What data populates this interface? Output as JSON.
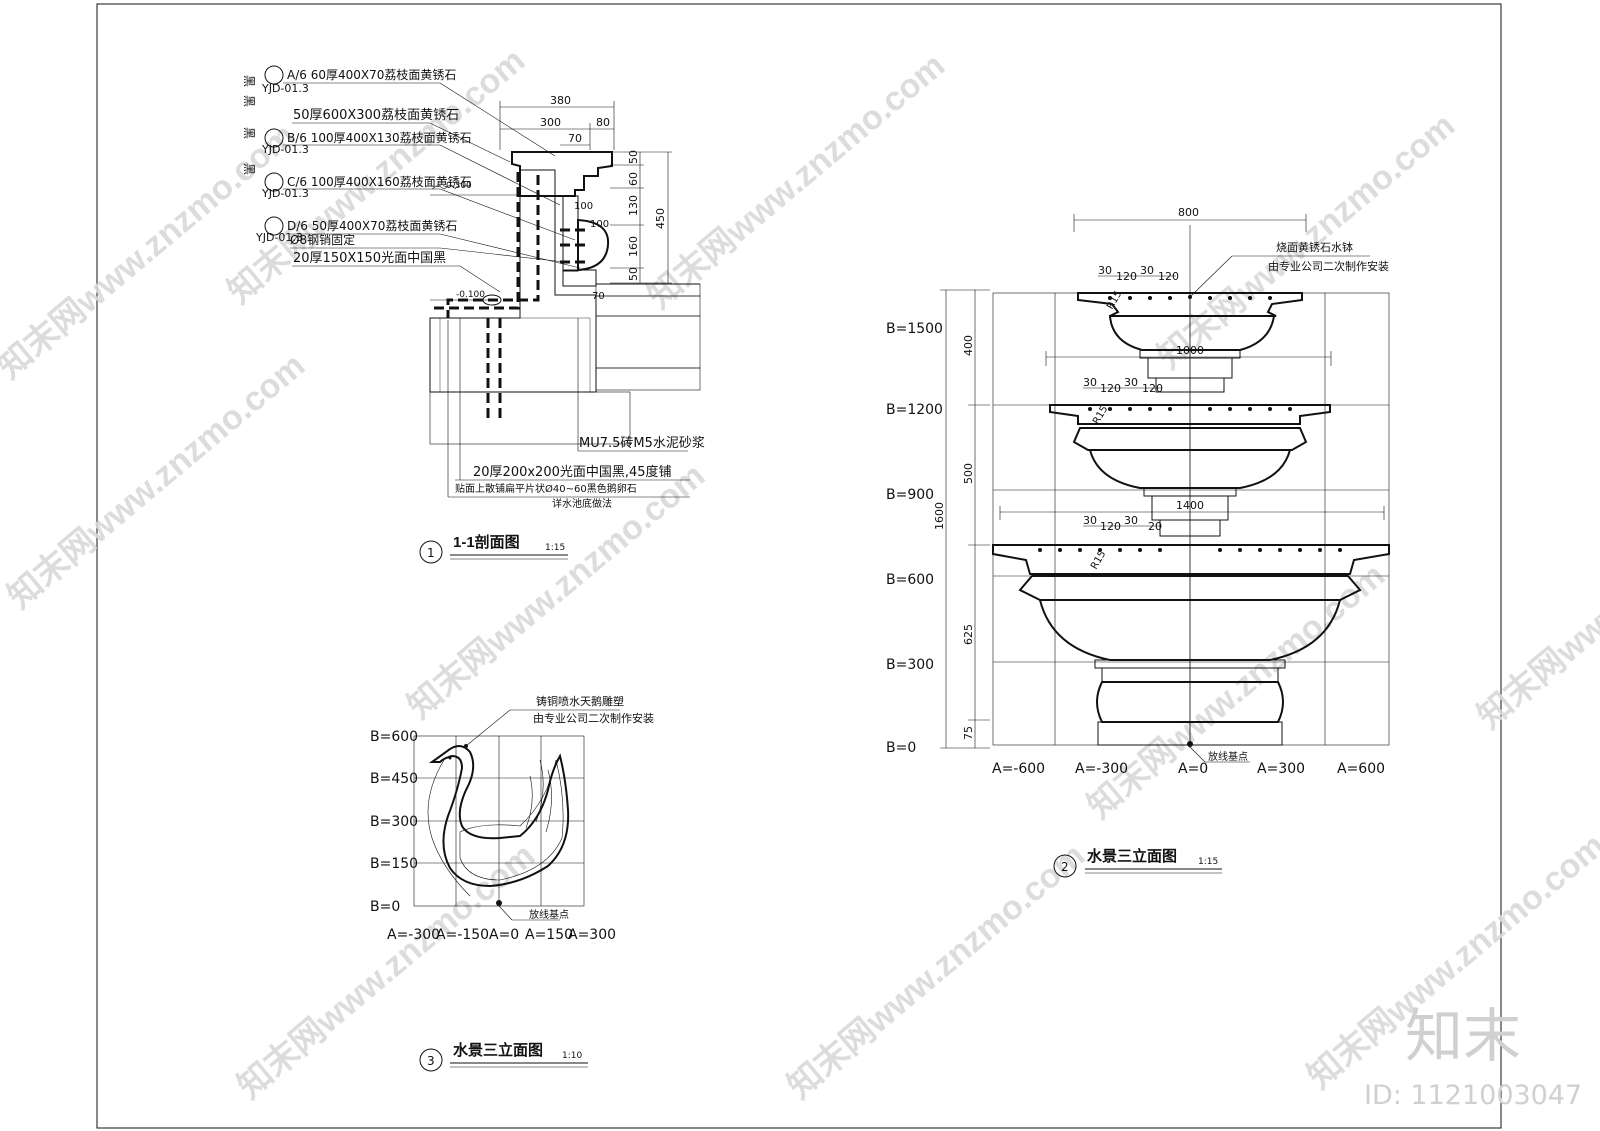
{
  "section_1": {
    "leaders": [
      "A/6 60厚400X70荔枝面黄锈石",
      "YJD-01.3",
      "50厚600X300荔枝面黄锈石",
      "B/6 100厚400X130荔枝面黄锈石",
      "YJD-01.3",
      "C/6 100厚400X160荔枝面黄锈石",
      "YJD-01.3",
      "D/6 50厚400X70荔枝面黄锈石",
      "YJD-01.3",
      "Ø8钢销固定",
      "20厚150X150光面中国黑"
    ],
    "side_labels": [
      "黑",
      "黑",
      "黑",
      "黑"
    ],
    "dims_top": [
      "380",
      "300",
      "80",
      "70"
    ],
    "dims_right": [
      "50",
      "60",
      "130",
      "160",
      "50",
      "450"
    ],
    "dims_inner": [
      "100",
      "100",
      "70"
    ],
    "levels": [
      "0.300",
      "-0.100"
    ],
    "bottom_notes": [
      "MU7.5砖M5水泥砂浆",
      "20厚200x200光面中国黑,45度铺",
      "贴面上散铺扁平片状Ø40~60黑色鹅卵石",
      "详水池底做法"
    ],
    "title_num": "1",
    "title": "1-1剖面图",
    "scale": "1:15"
  },
  "section_2": {
    "b_labels": [
      "B=1500",
      "B=1200",
      "B=900",
      "B=600",
      "B=300",
      "B=0"
    ],
    "a_labels": [
      "A=-600",
      "A=-300",
      "A=0",
      "A=300",
      "A=600"
    ],
    "dim_widths": [
      "800",
      "1000",
      "1400"
    ],
    "dim_small": [
      "30",
      "120",
      "30",
      "120",
      "30",
      "120",
      "30",
      "120",
      "30",
      "120",
      "30",
      "20"
    ],
    "radius_labels": [
      "R15",
      "R15",
      "R15"
    ],
    "dim_vertical": [
      "400",
      "500",
      "1600",
      "625",
      "75"
    ],
    "note_line1": "烧面黄锈石水钵",
    "note_line2": "由专业公司二次制作安装",
    "origin_label": "放线基点",
    "title_num": "2",
    "title": "水景三立面图",
    "scale": "1:15"
  },
  "section_3": {
    "b_labels": [
      "B=600",
      "B=450",
      "B=300",
      "B=150",
      "B=0"
    ],
    "a_labels": [
      "A=-300",
      "A=-150",
      "A=0",
      "A=150",
      "A=300"
    ],
    "note_line1": "铸铜喷水天鹅雕塑",
    "note_line2": "由专业公司二次制作安装",
    "origin_label": "放线基点",
    "title_num": "3",
    "title": "水景三立面图",
    "scale": "1:10"
  },
  "watermark": {
    "text": "知末网www.znzmo.com",
    "brand": "知末",
    "id_label": "ID: 1121003047"
  }
}
